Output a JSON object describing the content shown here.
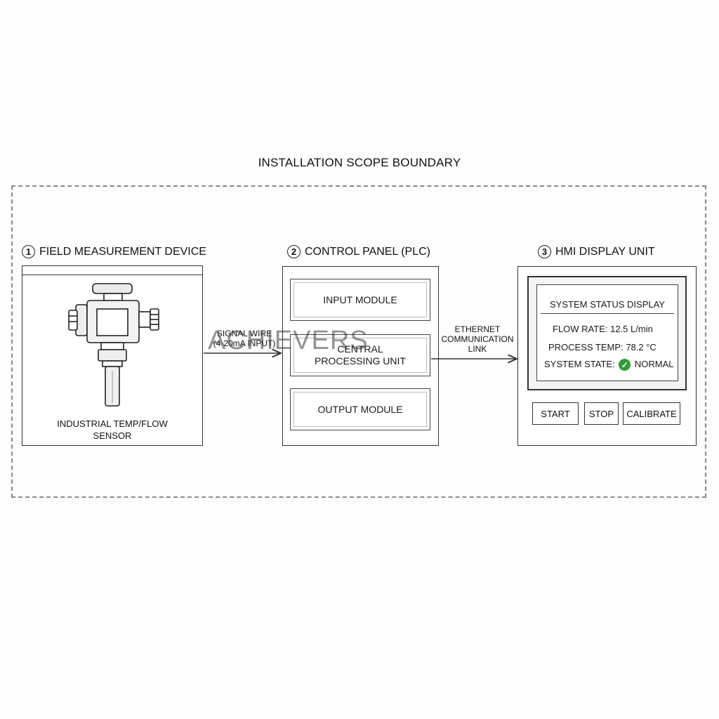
{
  "diagram": {
    "title": "INSTALLATION SCOPE BOUNDARY",
    "sections": {
      "field": {
        "number": "1",
        "title": "FIELD MEASUREMENT DEVICE",
        "device_label_line1": "INDUSTRIAL TEMP/FLOW",
        "device_label_line2": "SENSOR"
      },
      "plc": {
        "number": "2",
        "title": "CONTROL PANEL  (PLC)",
        "modules": {
          "input": "INPUT MODULE",
          "cpu_line1": "CENTRAL",
          "cpu_line2": "PROCESSING UNIT",
          "output": "OUTPUT MODULE"
        }
      },
      "hmi": {
        "number": "3",
        "title": "HMI DISPLAY UNIT",
        "screen": {
          "title": "SYSTEM STATUS DISPLAY",
          "flow_label": "FLOW RATE:",
          "flow_value": "12.5 L/min",
          "temp_label": "PROCESS TEMP:",
          "temp_value": "78.2 °C",
          "state_label": "SYSTEM STATE:",
          "state_value": "NORMAL"
        },
        "buttons": {
          "start": "START",
          "stop": "STOP",
          "calibrate": "CALIBRATE"
        }
      }
    },
    "links": {
      "signal_line1": "SIGNAL WIRE",
      "signal_line2": "(4-20mA INPUT)",
      "ethernet_line1": "ETHERNET",
      "ethernet_line2": "COMMUNICATION",
      "ethernet_line3": "LINK"
    },
    "watermark": "ACHIEVERS",
    "colors": {
      "status_ok": "#2f9e3a",
      "line": "#333333",
      "boundary": "#8a8a8a"
    },
    "icons": {
      "status": "check-circle-icon",
      "sensor": "sensor-device-icon"
    }
  }
}
